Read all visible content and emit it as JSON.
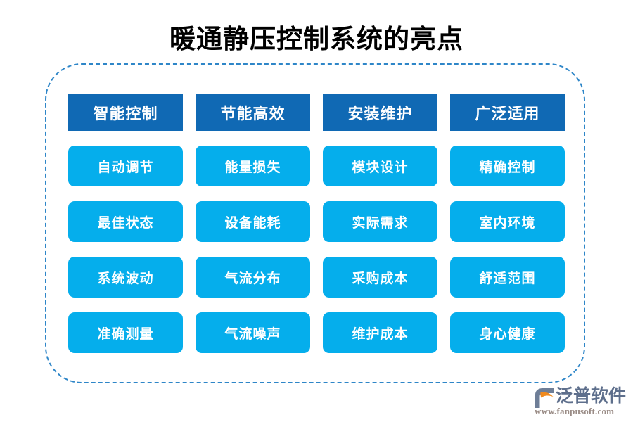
{
  "page": {
    "title": "暖通静压控制系统的亮点",
    "background_color": "#FFFFFF"
  },
  "frame": {
    "border_color": "#2E86C8",
    "style": "dashed-rounded"
  },
  "matrix": {
    "header_color": "#1069B4",
    "cell_color": "#05AEEC",
    "text_color": "#FFFFFF",
    "columns": [
      {
        "header": "智能控制",
        "items": [
          "自动调节",
          "最佳状态",
          "系统波动",
          "准确测量"
        ]
      },
      {
        "header": "节能高效",
        "items": [
          "能量损失",
          "设备能耗",
          "气流分布",
          "气流噪声"
        ]
      },
      {
        "header": "安装维护",
        "items": [
          "模块设计",
          "实际需求",
          "采购成本",
          "维护成本"
        ]
      },
      {
        "header": "广泛适用",
        "items": [
          "精确控制",
          "室内环境",
          "舒适范围",
          "身心健康"
        ]
      }
    ]
  },
  "logo": {
    "brand_name": "泛普软件",
    "url": "www.fanpusoft.com",
    "mark_color": "#5E6F8C",
    "accent_color": "#F08A1E"
  }
}
